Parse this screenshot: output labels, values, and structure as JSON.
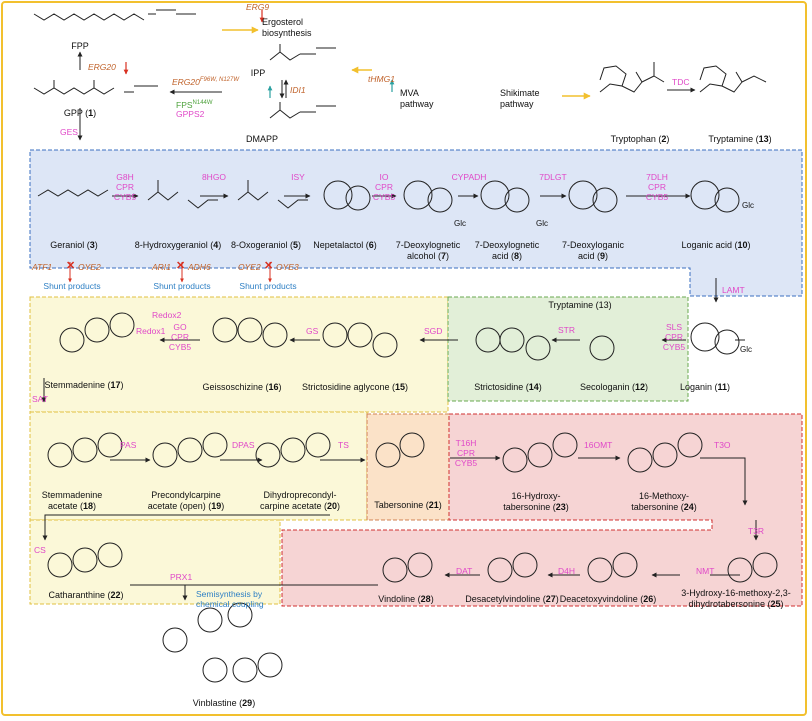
{
  "colors": {
    "frame": "#f2c02e",
    "enzyme": "#e048c8",
    "gene": "#c0622a",
    "overexp": "#4ea23c",
    "shunt": "#2d7fc4",
    "down": "#d83020",
    "up": "#2aa0a0",
    "box_blue": "#dde6f6",
    "box_yellow": "#fbf8d8",
    "box_green": "#e2efd8",
    "box_red": "#f6d4d4",
    "box_orange": "#fbe2c8"
  },
  "top": {
    "fpp": "FPP",
    "erg9": "ERG9",
    "ergo": "Ergosterol\nbiosynthesis",
    "gpp_name": "GPP (",
    "gpp_num": "1",
    "gpp_end": ")",
    "erg20": "ERG20",
    "erg20mut": "ERG20",
    "erg20mut_sup": "F96W, N127W",
    "fps": "FPS",
    "fps_sup": "N144W",
    "gpps2": "GPPS2",
    "ipp": "IPP",
    "dmapp": "DMAPP",
    "idi1": "IDI1",
    "thmg1": "tHMG1",
    "mva": "MVA\npathway",
    "shikimate": "Shikimate\npathway",
    "trp_name": "Tryptophan (",
    "trp_num": "2",
    "trp_end": ")",
    "tdc": "TDC",
    "tryp_name": "Tryptamine (",
    "tryp_num": "13",
    "tryp_end": ")",
    "ges": "GES"
  },
  "blue": {
    "enzymes": [
      "G8H\nCPR\nCYB5",
      "8HGO",
      "ISY",
      "IO\nCPR\nCYB5",
      "CYPADH",
      "7DLGT",
      "7DLH\nCPR\nCYB5",
      "LAMT",
      "SLS\nCPR\nCYB5"
    ],
    "compounds": [
      {
        "name": "Geraniol (",
        "num": "3",
        "end": ")"
      },
      {
        "name": "8-Hydroxygeraniol (",
        "num": "4",
        "end": ")"
      },
      {
        "name": "8-Oxogeraniol (",
        "num": "5",
        "end": ")"
      },
      {
        "name": "Nepetalactol (",
        "num": "6",
        "end": ")"
      },
      {
        "name": "7-Deoxylognetic\nalcohol (",
        "num": "7",
        "end": ")"
      },
      {
        "name": "7-Deoxylognetic\nacid (",
        "num": "8",
        "end": ")"
      },
      {
        "name": "7-Deoxyloganic\nacid (",
        "num": "9",
        "end": ")"
      },
      {
        "name": "Loganic acid (",
        "num": "10",
        "end": ")"
      },
      {
        "name": "Loganin (",
        "num": "11",
        "end": ")"
      }
    ],
    "shunts": [
      {
        "a": "ATF1",
        "b": "OYE2",
        "label": "Shunt products"
      },
      {
        "a": "ARI1",
        "b": "ADH6",
        "label": "Shunt products"
      },
      {
        "a": "OYE2",
        "b": "OYE3",
        "label": "Shunt products"
      }
    ],
    "glc": "Glc"
  },
  "green": {
    "tryptamine": "Tryptamine (13)",
    "str": "STR",
    "strictosidine": {
      "name": "Strictosidine (",
      "num": "14",
      "end": ")"
    },
    "secologanin": {
      "name": "Secologanin (",
      "num": "12",
      "end": ")"
    }
  },
  "yellow": {
    "enzymes": [
      "SGD",
      "GS",
      "GO\nCPR\nCYB5",
      "Redox1",
      "Redox2",
      "SAT",
      "PAS",
      "DPAS",
      "TS",
      "CS"
    ],
    "compounds": [
      {
        "name": "Strictosidine aglycone (",
        "num": "15",
        "end": ")"
      },
      {
        "name": "Geissoschizine (",
        "num": "16",
        "end": ")"
      },
      {
        "name": "Stemmadenine (",
        "num": "17",
        "end": ")"
      },
      {
        "name": "Stemmadenine\nacetate (",
        "num": "18",
        "end": ")"
      },
      {
        "name": "Precondylcarpine\nacetate (open) (",
        "num": "19",
        "end": ")"
      },
      {
        "name": "Dihydroprecondyl-\ncarpine acetate (",
        "num": "20",
        "end": ")"
      },
      {
        "name": "Catharanthine (",
        "num": "22",
        "end": ")"
      }
    ]
  },
  "orange": {
    "tabersonine": {
      "name": "Tabersonine (",
      "num": "21",
      "end": ")"
    }
  },
  "red": {
    "enzymes": [
      "T16H\nCPR\nCYB5",
      "16OMT",
      "T3O",
      "T3R",
      "NMT",
      "D4H",
      "DAT"
    ],
    "compounds": [
      {
        "name": "16-Hydroxy-\ntabersonine (",
        "num": "23",
        "end": ")"
      },
      {
        "name": "16-Methoxy-\ntabersonine (",
        "num": "24",
        "end": ")"
      },
      {
        "name": "3-Hydroxy-16-methoxy-2,3-\ndihydrotabersonine (",
        "num": "25",
        "end": ")"
      },
      {
        "name": "Deacetoxyvindoline (",
        "num": "26",
        "end": ")"
      },
      {
        "name": "Desacetylvindoline (",
        "num": "27",
        "end": ")"
      },
      {
        "name": "Vindoline (",
        "num": "28",
        "end": ")"
      }
    ]
  },
  "bottom": {
    "prx1": "PRX1",
    "semi": "Semisynthesis by\nchemical coupling",
    "vinblastine": {
      "name": "Vinblastine (",
      "num": "29",
      "end": ")"
    }
  }
}
